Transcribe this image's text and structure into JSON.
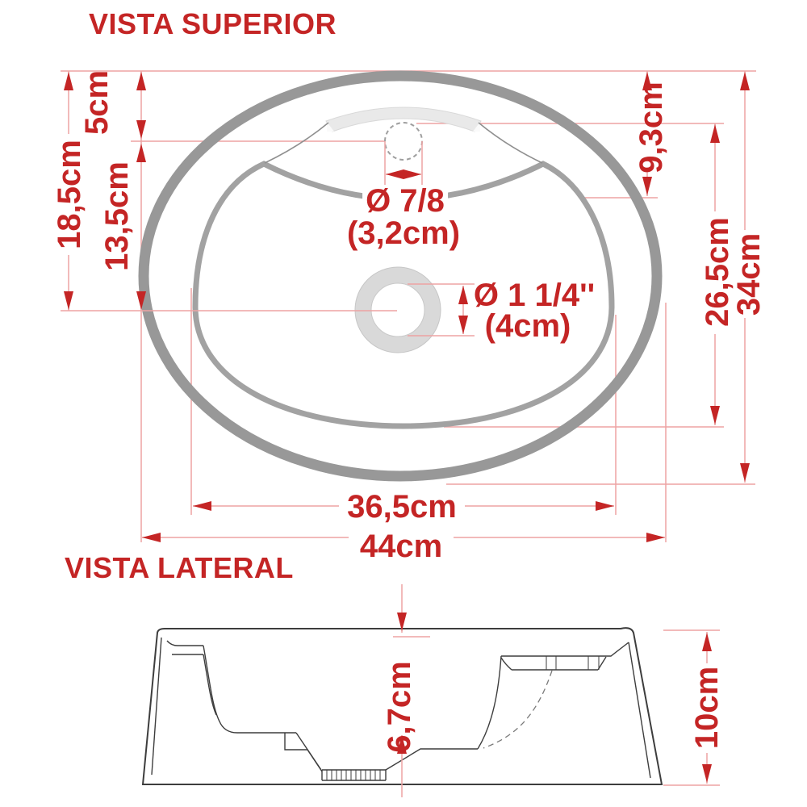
{
  "colors": {
    "accent_red": "#c42525",
    "line_pink": "#eda3a3",
    "outer_ring_gray": "#989898",
    "inner_ring_gray": "#a2a2a2",
    "side_outline_gray": "#3d3d3d"
  },
  "top_view": {
    "title": "VISTA SUPERIOR",
    "labels": {
      "overall_height": "18,5cm",
      "faucet_offset": "5cm",
      "drain_offset": "13,5cm",
      "rim_offset": "9,3cm",
      "basin_length": "26,5cm",
      "overall_length": "34cm",
      "basin_width": "36,5cm",
      "overall_width": "44cm",
      "faucet_diameter": "Ø 7/8",
      "faucet_diameter_cm": "(3,2cm)",
      "drain_diameter": "Ø 1 1/4''",
      "drain_diameter_cm": "(4cm)"
    }
  },
  "side_view": {
    "title": "VISTA LATERAL",
    "labels": {
      "basin_depth": "6,7cm",
      "overall_height": "10cm"
    }
  }
}
